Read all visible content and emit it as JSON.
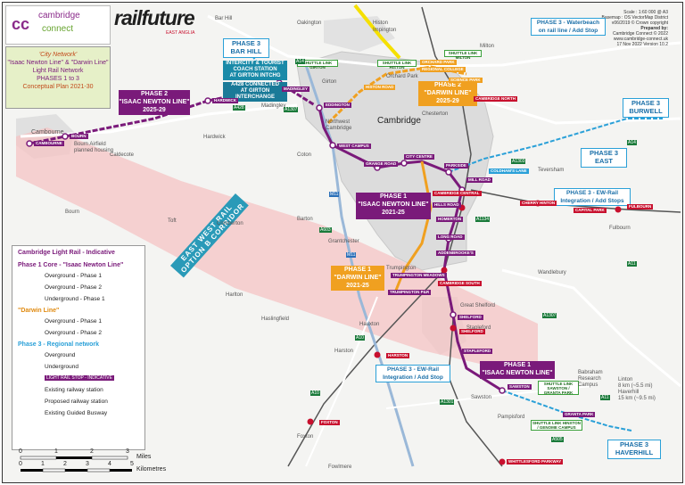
{
  "header": {
    "logo_mark": "cc",
    "logo_name_1": "cambridge",
    "logo_name_2": "connect",
    "railfuture": "railfuture",
    "railfuture_sub": "EAST ANGLIA"
  },
  "title_box": {
    "l1": "'City Network'",
    "l2": "\"Isaac Newton Line\" & \"Darwin Line\"",
    "l3": "Light Rail Network",
    "l4": "PHASES 1 to 3",
    "l5": "Conceptual Plan 2021-30"
  },
  "info": {
    "scale": "Scale : 1:60 000 @ A3",
    "basemap": "Basemap : OS VectorMap District",
    "copyright": "v06/2019 © Crown copyright",
    "prepared_by": "Prepared by:",
    "author": "Cambridge Connect © 2022",
    "url": "www.cambridge-connect.uk",
    "version": "17 Nov 2022 Version 10.2"
  },
  "phase_labels": {
    "p2_isaac_1": "PHASE 2",
    "p2_isaac_2": "\"ISAAC NEWTON LINE\"",
    "p2_isaac_3": "2025-29",
    "p2_darwin_1": "PHASE 2",
    "p2_darwin_2": "\"DARWIN LINE\"",
    "p2_darwin_3": "2025-29",
    "p1_isaac_1": "PHASE 1",
    "p1_isaac_2": "\"ISAAC NEWTON LINE\"",
    "p1_isaac_3": "2021-25",
    "p1_darwin_1": "PHASE 1",
    "p1_darwin_2": "\"DARWIN LINE\"",
    "p1_darwin_3": "2021-25",
    "p1_isaac_south_1": "PHASE 1",
    "p1_isaac_south_2": "\"ISAAC NEWTON LINE\"",
    "p3_barhill_1": "PHASE 3",
    "p3_barhill_2": "BAR HILL",
    "p3_waterbeach_1": "PHASE 3 - Waterbeach",
    "p3_waterbeach_2": "on rail line / Add Stop",
    "p3_burwell_1": "PHASE 3",
    "p3_burwell_2": "BURWELL",
    "p3_east_1": "PHASE 3",
    "p3_east_2": "EAST",
    "p3_ewrail_east_1": "PHASE 3 - EW-Rail",
    "p3_ewrail_east_2": "Integration / Add Stops",
    "p3_ewrail_south_1": "PHASE 3 - EW-Rail",
    "p3_ewrail_south_2": "Integration / Add Stop",
    "p3_haverhill_1": "PHASE 3",
    "p3_haverhill_2": "HAVERHILL",
    "interchange_1": "INTERCITY & TOURIST",
    "interchange_2": "COACH STATION",
    "interchange_3": "AT GIRTON INTCHG",
    "a428_1": "A428 CONNECTED",
    "a428_2": "AT GIRTON",
    "a428_3": "INTERCHANGE"
  },
  "shuttle": {
    "girton": "SHUTTLE LINK GIRTON",
    "histon": "SHUTTLE LINK HISTON",
    "milton": "SHUTTLE LINK MILTON",
    "babraham_1": "SHUTTLE LINK",
    "babraham_2": "SAWSTON /",
    "babraham_3": "GRANTA PARK",
    "genome_1": "SHUTTLE LINK HINXTON",
    "genome_2": "/ GENOME CAMPUS"
  },
  "corridor_1": "EAST WEST RAIL",
  "corridor_2": "OPTION B CORRIDOR",
  "towns": {
    "bar_hill": "Bar Hill",
    "oakington": "Oakington",
    "cambourne": "Cambourne",
    "bourn_airfield_1": "Bourn Airfield",
    "bourn_airfield_2": "planned housing",
    "caldecote": "Caldecote",
    "hardwick": "Hardwick",
    "madingley": "Madingley",
    "girton": "Girton",
    "coton": "Coton",
    "toft": "Toft",
    "comberton": "Comberton",
    "barton": "Barton",
    "grantchester": "Grantchester",
    "trumpington": "Trumpington",
    "great_shelford": "Great Shelford",
    "stapleford": "Stapleford",
    "sawston": "Sawston",
    "haslingfield": "Haslingfield",
    "harston": "Harston",
    "hauxton": "Hauxton",
    "foxton": "Foxton",
    "fowlmere": "Fowlmere",
    "fulbourn": "Fulbourn",
    "teversham": "Teversham",
    "milton": "Milton",
    "histon": "Histon",
    "impington": "Impington",
    "orchard_park": "Orchard Park",
    "chesterton": "Chesterton",
    "bourn": "Bourn",
    "harlton": "Harlton",
    "wandlebury": "Wandlebury",
    "babraham_1": "Babraham",
    "babraham_2": "Research",
    "babraham_3": "Campus",
    "linton_1": "Linton",
    "linton_2": "8 km (~5.5 mi)",
    "linton_3": "Haverhill",
    "linton_4": "15 km (~9.5 mi)",
    "new_nw_1": "Northwest",
    "new_nw_2": "Cambridge",
    "pampisford": "Pampisford"
  },
  "city_label": "Cambridge",
  "roads": [
    "A14",
    "A14",
    "A1307",
    "A1303",
    "A428",
    "A10",
    "M11",
    "M11",
    "A603",
    "A1134",
    "A1307",
    "A11",
    "A11",
    "A505",
    "A10",
    "A1301"
  ],
  "stops": {
    "cambourne": "CAMBOURNE",
    "bourn": "BOURN",
    "hardwick": "HARDWICK",
    "madingley": "MADINGLEY",
    "eddington": "EDDINGTON",
    "west_campus": "WEST CAMPUS",
    "grange_road": "GRANGE ROAD",
    "city_centre": "CITY CENTRE",
    "parkside": "PARKSIDE",
    "mill_road": "MILL ROAD",
    "hills_road": "HILLS ROAD",
    "homerton": "HOMERTON",
    "long_road": "LONG ROAD",
    "biomedical": "ADDENBROOKE'S",
    "trumpington_meadows": "TRUMPINGTON MEADOWS",
    "shelford": "SHELFORD",
    "stapleford": "STAPLEFORD",
    "granta_park": "GRANTA PARK",
    "sawston": "SAWSTON",
    "orchard_park": "ORCHARD PARK",
    "histon_road": "HISTON ROAD",
    "science_park": "SCIENCE PARK",
    "regional_college": "REGIONAL COLLEGE",
    "coldhams_lane": "COLDHAM'S LANE",
    "trumpington_pr": "TRUMPINGTON P&R"
  },
  "stations": {
    "cambridge_north": "CAMBRIDGE NORTH",
    "cambridge_central": "CAMBRIDGE CENTRAL",
    "cambridge_south": "CAMBRIDGE SOUTH",
    "cherry_hinton": "CHERRY HINTON",
    "capital_park": "CAPITAL PARK",
    "fulbourn": "FULBOURN",
    "shelford": "SHELFORD",
    "harston": "HARSTON",
    "foxton": "FOXTON",
    "whittlesford": "WHITTLESFORD PARKWAY"
  },
  "legend": {
    "title": "Cambridge Light Rail - Indicative",
    "core": "Phase 1 Core - \"Isaac Newton Line\"",
    "ov1": "Overground - Phase 1",
    "ov2": "Overground - Phase 2",
    "un1": "Underground - Phase 1",
    "darwin": "\"Darwin Line\"",
    "dov1": "Overground - Phase 1",
    "dov2": "Overground - Phase 2",
    "regional": "Phase 3 - Regional network",
    "rov": "Overground",
    "run": "Underground",
    "stop_key": "LIGHT RAIL STOP - INDICATIVE",
    "existing_station": "Existing railway station",
    "proposed_station": "Proposed railway station",
    "busway": "Existing Guided Busway"
  },
  "scale": {
    "ticks": [
      "0",
      "1",
      "2",
      "3"
    ],
    "miles": "Miles",
    "ticks_km": [
      "0",
      "1",
      "2",
      "3",
      "4",
      "5"
    ],
    "km": "Kilometres"
  },
  "colors": {
    "purple": "#7a1a7a",
    "orange": "#f0a020",
    "blue": "#2aa0d8",
    "yellow": "#f5e000",
    "rail_red": "#c8102e",
    "corridor_pink": "#f5b8b8"
  }
}
